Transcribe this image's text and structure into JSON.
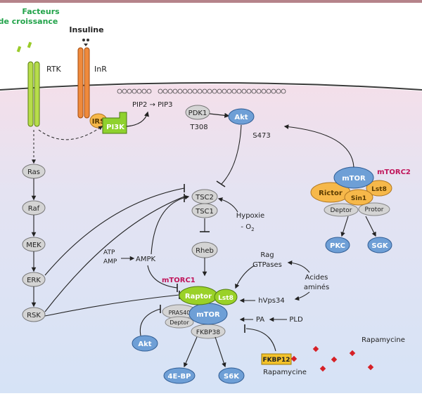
{
  "labels": {
    "growth_factors": [
      "Facteurs",
      "de croissance"
    ],
    "insulin": "Insuline",
    "rtk": "RTK",
    "inr": "InR",
    "irs": "IRS",
    "pi3k": "PI3K",
    "pip2_pip3": "PIP2 → PIP3",
    "pdk1": "PDK1",
    "akt": "Akt",
    "t308": "T308",
    "s473": "S473",
    "ras": "Ras",
    "raf": "Raf",
    "mek": "MEK",
    "erk": "ERK",
    "rsk": "RSK",
    "tsc2": "TSC2",
    "tsc1": "TSC1",
    "hypoxie": "Hypoxie",
    "o2": "- O",
    "o2_sub": "2",
    "rheb": "Rheb",
    "atp": "ATP",
    "amp": "AMP",
    "ampk": "AMPK",
    "mtorc1": "mTORC1",
    "raptor": "Raptor",
    "lst8": "Lst8",
    "mtor": "mTOR",
    "pras40": "PRAS40",
    "deptor": "Deptor",
    "fkbp38": "FKBP38",
    "rag_gtpases": [
      "Rag",
      "GTPases"
    ],
    "acides_amines": [
      "Acides",
      "aminés"
    ],
    "hvps34": "hVps34",
    "pa": "PA",
    "pld": "PLD",
    "akt2": "Akt",
    "e4bp": "4E-BP",
    "s6k": "S6K",
    "fkbp12": "FKBP12",
    "rapamycine": "Rapamycine",
    "rapamycine_top": "Rapamycine",
    "mtorc2": "mTORC2",
    "mtor2": "mTOR",
    "rictor": "Rictor",
    "sin1": "Sin1",
    "lst8_2": "Lst8",
    "deptor2": "Deptor",
    "protor": "Protor",
    "pkc": "PKC",
    "sgk": "SGK"
  },
  "colors": {
    "membrane_top": "#fbe9ee",
    "cytoplasm": "#dfe7f5",
    "green_text": "#22a34a",
    "magenta": "#c0145a",
    "gray_node": "#d4d4d4",
    "blue_node": "#6e9fd6",
    "orange_node": "#f6b84a",
    "green_node": "#8ccf2c",
    "raptor_green": "#9ad128",
    "pi3k_green": "#8fd12e",
    "rapamycin_red": "#d62026",
    "fkbp12_yellow": "#f3c22a"
  }
}
